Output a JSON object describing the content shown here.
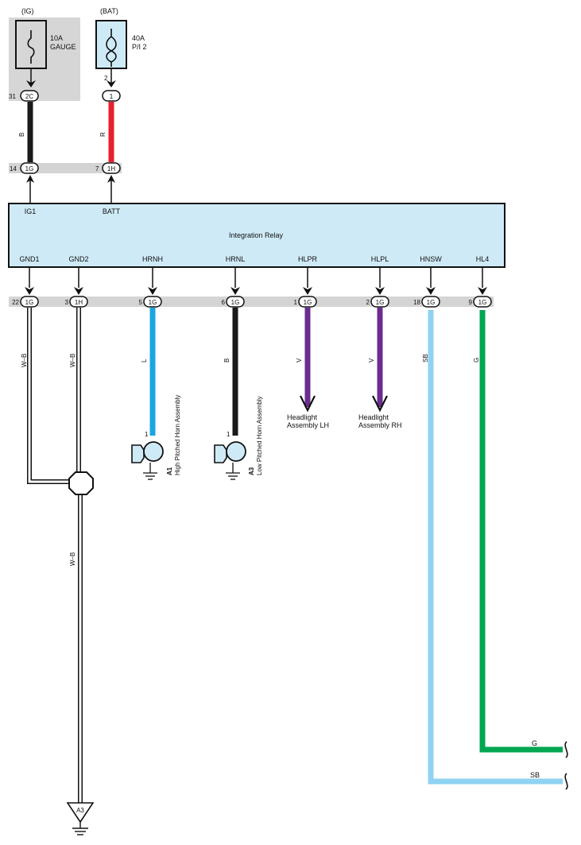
{
  "colors": {
    "bus_gray": "#d4d4d4",
    "ig_box": "#d6d6d6",
    "relay_fill": "#cfeaf7",
    "fuse_fill": "#cfeaf7",
    "wire_B": "#1a1a1a",
    "wire_R": "#e8202a",
    "wire_L": "#1ba5e0",
    "wire_V": "#6a2d8f",
    "wire_SB": "#8fd3f2",
    "wire_G": "#00a651",
    "wire_WB": "#ffffff"
  },
  "fuses": {
    "ig": {
      "source": "(IG)",
      "rating": "10A",
      "name": "GAUGE",
      "pin": "31",
      "connector": "2C"
    },
    "bat": {
      "source": "(BAT)",
      "rating": "40A",
      "name": "P/I 2",
      "pin_top": "2",
      "connector": "1"
    }
  },
  "upper_wires": {
    "ig_color": "B",
    "bat_color": "R"
  },
  "upper_bus": {
    "ig_pin": "14",
    "ig_conn": "1G",
    "bat_pin": "7",
    "bat_conn": "1H"
  },
  "relay": {
    "name": "Integration Relay",
    "top_terminals": [
      "IG1",
      "BATT"
    ],
    "bottom_terminals": [
      "GND1",
      "GND2",
      "HRNH",
      "HRNL",
      "HLPR",
      "HLPL",
      "HNSW",
      "HL4"
    ]
  },
  "lower_bus": {
    "pins": [
      "22",
      "3",
      "5",
      "6",
      "1",
      "2",
      "18",
      "9"
    ],
    "connectors": [
      "1G",
      "1H",
      "1G",
      "1G",
      "1G",
      "1G",
      "1G",
      "1G"
    ]
  },
  "wire_colors": [
    "W–B",
    "W–B",
    "L",
    "B",
    "V",
    "V",
    "SB",
    "G"
  ],
  "ground_wire_color": "W–B",
  "horns": [
    {
      "pin": "1",
      "code": "A1",
      "name": "High Pitched Horn Assembly"
    },
    {
      "pin": "1",
      "code": "A3",
      "name": "Low Pitched Horn Assembly"
    }
  ],
  "headlights": [
    {
      "line1": "Headlight",
      "line2": "Assembly LH"
    },
    {
      "line1": "Headlight",
      "line2": "Assembly RH"
    }
  ],
  "continuation": {
    "g_label": "G",
    "sb_label": "SB"
  },
  "ground_point": "A3"
}
